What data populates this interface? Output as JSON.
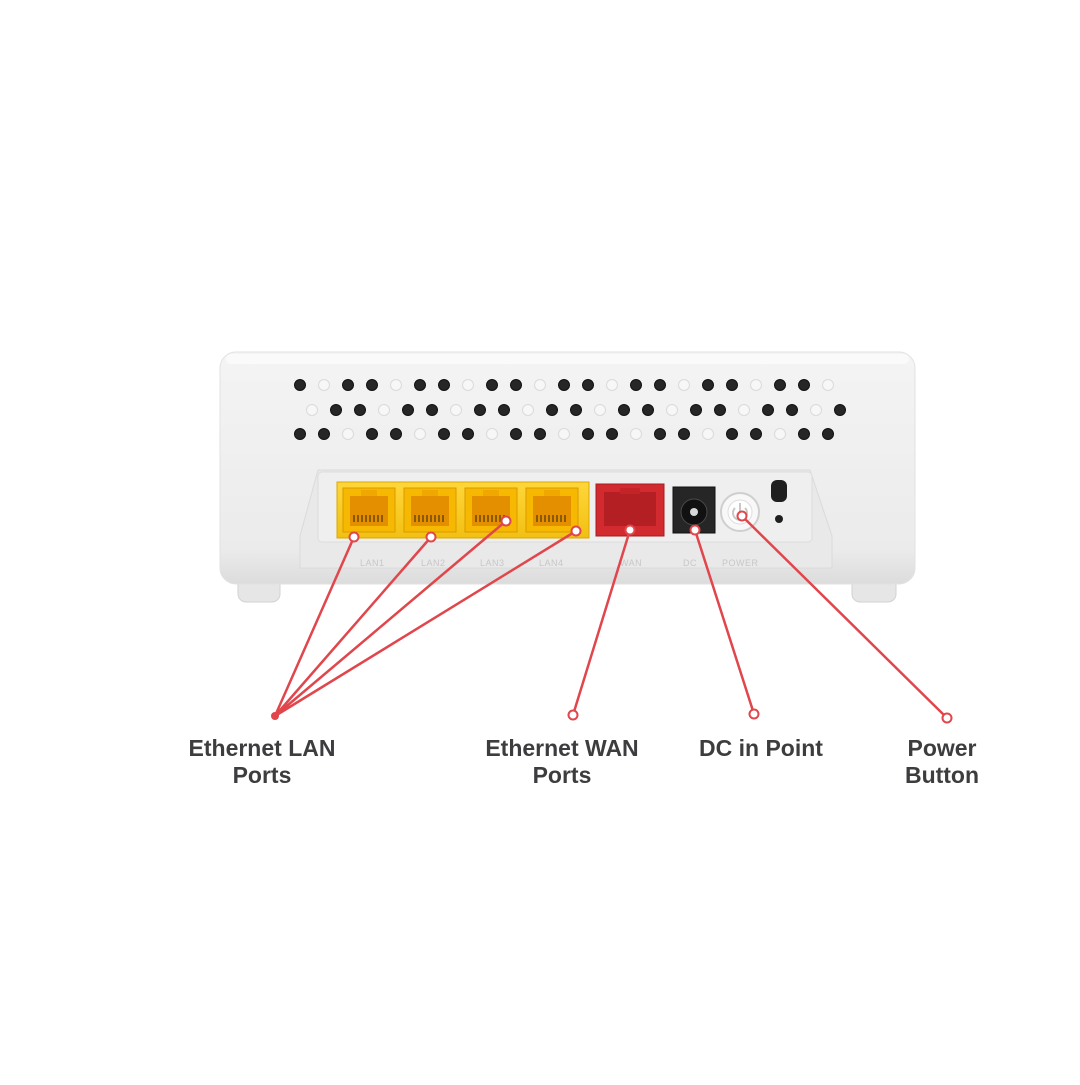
{
  "device": {
    "port_labels": {
      "lan1": "LAN1",
      "lan2": "LAN2",
      "lan3": "LAN3",
      "lan4": "LAN4",
      "wan": "WAN",
      "dc": "DC",
      "power": "POWER"
    }
  },
  "callouts": {
    "lan": "Ethernet LAN\nPorts",
    "wan": "Ethernet WAN\nPorts",
    "dc": "DC in Point",
    "power": "Power\nButton"
  },
  "colors": {
    "callout_line": "#e0464b",
    "lan_port": "#f5c518",
    "wan_port": "#d0282c",
    "label_text": "#3d3d3f"
  }
}
